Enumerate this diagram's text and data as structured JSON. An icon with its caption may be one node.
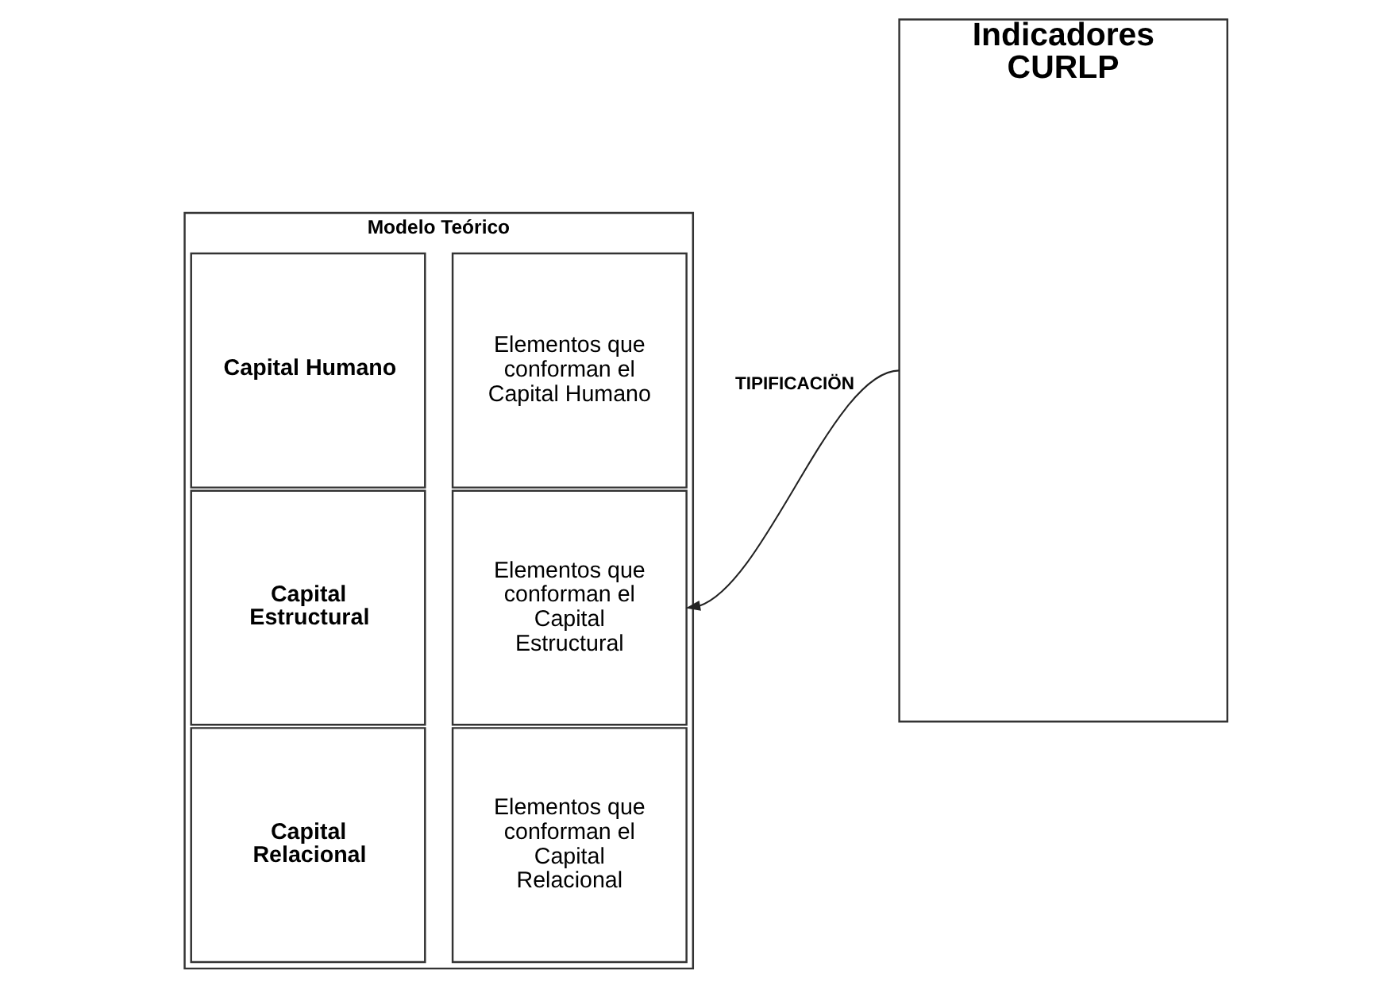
{
  "diagram": {
    "nodes": [
      {
        "text": [
          "Modelo Teórico"
        ]
      },
      {
        "text": [
          "Capital Humano"
        ],
        "in": 0
      },
      {
        "text": [
          "Elementos que conforman el Capital Humano"
        ],
        "in": 0
      },
      {
        "text": [
          "Capital Estructural"
        ],
        "in": 0
      },
      {
        "text": [
          "Elementos que conforman el Capital Estructural"
        ],
        "in": 0
      },
      {
        "text": [
          "Capital Relacional"
        ],
        "in": 0
      },
      {
        "text": [
          "Elementos que conforman el Capital Relacional"
        ],
        "in": 0
      },
      {
        "text": [
          "Indicadores CURLP"
        ]
      }
    ],
    "edges": [
      {
        "from": 7,
        "to": 4,
        "arrow": "to",
        "label": "TIPIFICACIÖN"
      }
    ]
  }
}
